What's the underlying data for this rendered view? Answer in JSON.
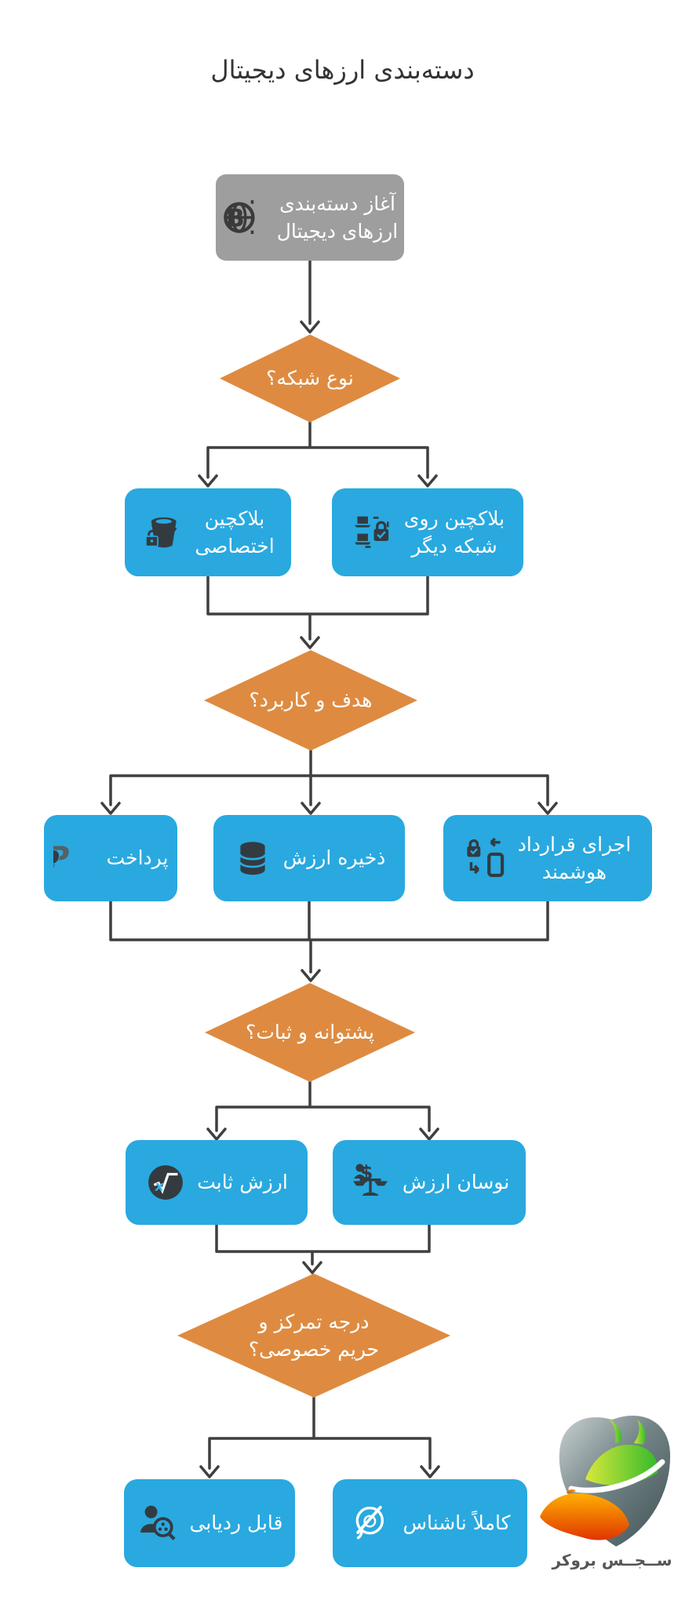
{
  "title": "دسته‌بندی ارزهای دیجیتال",
  "colors": {
    "box_blue": "#29A9E0",
    "diamond_orange": "#DE8B41",
    "start_gray": "#9E9E9E",
    "line_dark": "#3F3F3F",
    "icon_dark": "#333B41",
    "title_dark": "#333333"
  },
  "nodes": {
    "start": {
      "line1": "آغاز دسته‌بندی",
      "line2": "ارزهای دیجیتال",
      "icon": "globe-bitcoin"
    },
    "network_type": {
      "label": "نوع شبکه؟"
    },
    "dedicated_blockchain": {
      "line1": "بلاکچین",
      "line2": "اختصاصی",
      "icon": "bucket-lock"
    },
    "blockchain_other_network": {
      "line1": "بلاکچین روی",
      "line2": "شبکه دیگر",
      "icon": "laptops-lock"
    },
    "purpose": {
      "label": "هدف و کاربرد؟"
    },
    "payment": {
      "label": "پرداخت",
      "icon": "paypal"
    },
    "store_of_value": {
      "label": "ذخیره ارزش",
      "icon": "database"
    },
    "smart_contract": {
      "line1": "اجرای قرارداد",
      "line2": "هوشمند",
      "icon": "lock-phone-swap"
    },
    "backing_stability": {
      "label": "پشتوانه و ثبات؟"
    },
    "stable_value": {
      "label": "ارزش ثابت",
      "icon": "sqrt"
    },
    "volatile_value": {
      "label": "نوسان ارزش",
      "icon": "balance-scale"
    },
    "centralization_privacy": {
      "line1": "درجه تمرکز و",
      "line2": "حریم خصوصی؟"
    },
    "traceable": {
      "label": "قابل ردیابی",
      "icon": "person-magnifier"
    },
    "fully_anonymous": {
      "label": "کاملاً ناشناس",
      "icon": "no-tracking"
    }
  },
  "logo": {
    "brand": "ســجــس بروکر"
  }
}
